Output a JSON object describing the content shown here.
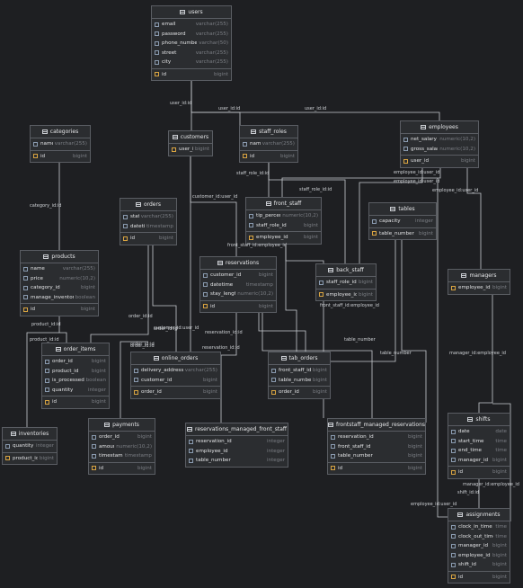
{
  "tables": [
    {
      "id": "users",
      "name": "users",
      "sections": [
        [
          {
            "name": "email",
            "type": "varchar(255)"
          },
          {
            "name": "password",
            "type": "varchar(255)"
          },
          {
            "name": "phone_number",
            "type": "varchar(50)"
          },
          {
            "name": "street",
            "type": "varchar(255)"
          },
          {
            "name": "city",
            "type": "varchar(255)"
          }
        ],
        [
          {
            "name": "id",
            "type": "bigint",
            "key": true
          }
        ]
      ]
    },
    {
      "id": "categories",
      "name": "categories",
      "sections": [
        [
          {
            "name": "name",
            "type": "varchar(255)"
          }
        ],
        [
          {
            "name": "id",
            "type": "bigint",
            "key": true
          }
        ]
      ]
    },
    {
      "id": "customers",
      "name": "customers",
      "sections": [
        [
          {
            "name": "user_id",
            "type": "bigint",
            "key": true
          }
        ]
      ]
    },
    {
      "id": "staff_roles",
      "name": "staff_roles",
      "sections": [
        [
          {
            "name": "name",
            "type": "varchar(255)"
          }
        ],
        [
          {
            "name": "id",
            "type": "bigint",
            "key": true
          }
        ]
      ]
    },
    {
      "id": "employees",
      "name": "employees",
      "sections": [
        [
          {
            "name": "net_salary",
            "type": "numeric(10,2)"
          },
          {
            "name": "gross_salary",
            "type": "numeric(10,2)"
          }
        ],
        [
          {
            "name": "user_id",
            "type": "bigint",
            "key": true
          }
        ]
      ]
    },
    {
      "id": "orders",
      "name": "orders",
      "sections": [
        [
          {
            "name": "status",
            "type": "varchar(255)"
          },
          {
            "name": "datetime",
            "type": "timestamp"
          }
        ],
        [
          {
            "name": "id",
            "type": "bigint",
            "key": true
          }
        ]
      ]
    },
    {
      "id": "front_staff",
      "name": "front_staff",
      "sections": [
        [
          {
            "name": "tip_percent",
            "type": "numeric(10,2)"
          },
          {
            "name": "staff_role_id",
            "type": "bigint"
          }
        ],
        [
          {
            "name": "employee_id",
            "type": "bigint",
            "key": true
          }
        ]
      ]
    },
    {
      "id": "tables",
      "name": "tables",
      "sections": [
        [
          {
            "name": "capacity",
            "type": "integer"
          }
        ],
        [
          {
            "name": "table_number",
            "type": "bigint",
            "key": true
          }
        ]
      ]
    },
    {
      "id": "products",
      "name": "products",
      "sections": [
        [
          {
            "name": "name",
            "type": "varchar(255)"
          },
          {
            "name": "price",
            "type": "numeric(10,2)"
          },
          {
            "name": "category_id",
            "type": "bigint"
          },
          {
            "name": "manage_inventory",
            "type": "boolean"
          }
        ],
        [
          {
            "name": "id",
            "type": "bigint",
            "key": true
          }
        ]
      ]
    },
    {
      "id": "reservations",
      "name": "reservations",
      "sections": [
        [
          {
            "name": "customer_id",
            "type": "bigint"
          },
          {
            "name": "datetime",
            "type": "timestamp"
          },
          {
            "name": "stay_length",
            "type": "numeric(10,2)"
          }
        ],
        [
          {
            "name": "id",
            "type": "bigint",
            "key": true
          }
        ]
      ]
    },
    {
      "id": "back_staff",
      "name": "back_staff",
      "sections": [
        [
          {
            "name": "staff_role_id",
            "type": "bigint"
          }
        ],
        [
          {
            "name": "employee_id",
            "type": "bigint",
            "key": true
          }
        ]
      ]
    },
    {
      "id": "managers",
      "name": "managers",
      "sections": [
        [
          {
            "name": "employee_id",
            "type": "bigint",
            "key": true
          }
        ]
      ]
    },
    {
      "id": "order_items",
      "name": "order_items",
      "sections": [
        [
          {
            "name": "order_id",
            "type": "bigint"
          },
          {
            "name": "product_id",
            "type": "bigint"
          },
          {
            "name": "is_processed",
            "type": "boolean"
          },
          {
            "name": "quantity",
            "type": "integer"
          }
        ],
        [
          {
            "name": "id",
            "type": "bigint",
            "key": true
          }
        ]
      ]
    },
    {
      "id": "online_orders",
      "name": "online_orders",
      "sections": [
        [
          {
            "name": "delivery_address",
            "type": "varchar(255)"
          },
          {
            "name": "customer_id",
            "type": "bigint"
          }
        ],
        [
          {
            "name": "order_id",
            "type": "bigint",
            "key": true
          }
        ]
      ]
    },
    {
      "id": "tab_orders",
      "name": "tab_orders",
      "sections": [
        [
          {
            "name": "front_staff_id",
            "type": "bigint"
          },
          {
            "name": "table_number",
            "type": "bigint"
          }
        ],
        [
          {
            "name": "order_id",
            "type": "bigint",
            "key": true
          }
        ]
      ]
    },
    {
      "id": "inventories",
      "name": "inventories",
      "sections": [
        [
          {
            "name": "quantity",
            "type": "integer"
          }
        ],
        [
          {
            "name": "product_id",
            "type": "bigint",
            "key": true
          }
        ]
      ]
    },
    {
      "id": "payments",
      "name": "payments",
      "sections": [
        [
          {
            "name": "order_id",
            "type": "bigint"
          },
          {
            "name": "amount",
            "type": "numeric(10,2)"
          },
          {
            "name": "timestamp",
            "type": "timestamp"
          }
        ],
        [
          {
            "name": "id",
            "type": "bigint",
            "key": true
          }
        ]
      ]
    },
    {
      "id": "reservations_managed_front_staff",
      "name": "reservations_managed_front_staff",
      "sections": [
        [
          {
            "name": "reservation_id",
            "type": "integer"
          },
          {
            "name": "employee_id",
            "type": "integer"
          },
          {
            "name": "table_number",
            "type": "integer"
          }
        ]
      ]
    },
    {
      "id": "frontstaff_managed_reservations",
      "name": "frontstaff_managed_reservations",
      "sections": [
        [
          {
            "name": "reservation_id",
            "type": "bigint"
          },
          {
            "name": "front_staff_id",
            "type": "bigint"
          },
          {
            "name": "table_number",
            "type": "bigint"
          }
        ],
        [
          {
            "name": "id",
            "type": "bigint",
            "key": true
          }
        ]
      ]
    },
    {
      "id": "shifts",
      "name": "shifts",
      "sections": [
        [
          {
            "name": "date",
            "type": "date"
          },
          {
            "name": "start_time",
            "type": "time"
          },
          {
            "name": "end_time",
            "type": "time"
          },
          {
            "name": "manager_id",
            "type": "bigint"
          }
        ],
        [
          {
            "name": "id",
            "type": "bigint",
            "key": true
          }
        ]
      ]
    },
    {
      "id": "assignments",
      "name": "assignments",
      "sections": [
        [
          {
            "name": "clock_in_time",
            "type": "time"
          },
          {
            "name": "clock_out_time",
            "type": "time"
          },
          {
            "name": "manager_id",
            "type": "bigint"
          },
          {
            "name": "employee_id",
            "type": "bigint"
          },
          {
            "name": "shift_id",
            "type": "bigint"
          }
        ],
        [
          {
            "name": "id",
            "type": "bigint",
            "key": true
          }
        ]
      ]
    }
  ],
  "edge_labels": [
    "user_id:id",
    "user_id:id",
    "user_id:id",
    "category_id:id",
    "staff_role_id:id",
    "staff_role_id:id",
    "employee_id:user_id",
    "employee_id:user_id",
    "employee_id:user_id",
    "customer_id:user_id",
    "front_staff_id:employee_id",
    "front_staff_id:employee_id",
    "product_id:id",
    "order_id:id",
    "order_id:id",
    "order_id:id",
    "order_id:id",
    "customer_id:user_id",
    "reservation_id:id",
    "reservation_id:id",
    "table_number",
    "table_number",
    "manager_id:employee_id",
    "manager_id:employee_id",
    "shift_id:id",
    "employee_id:user_id",
    "product_id:id"
  ],
  "colors": {
    "background": "#1e1f22",
    "table": "#2b2d30",
    "border": "#5a5d63",
    "text": "#e3e4e6",
    "type": "#7b7e84"
  }
}
